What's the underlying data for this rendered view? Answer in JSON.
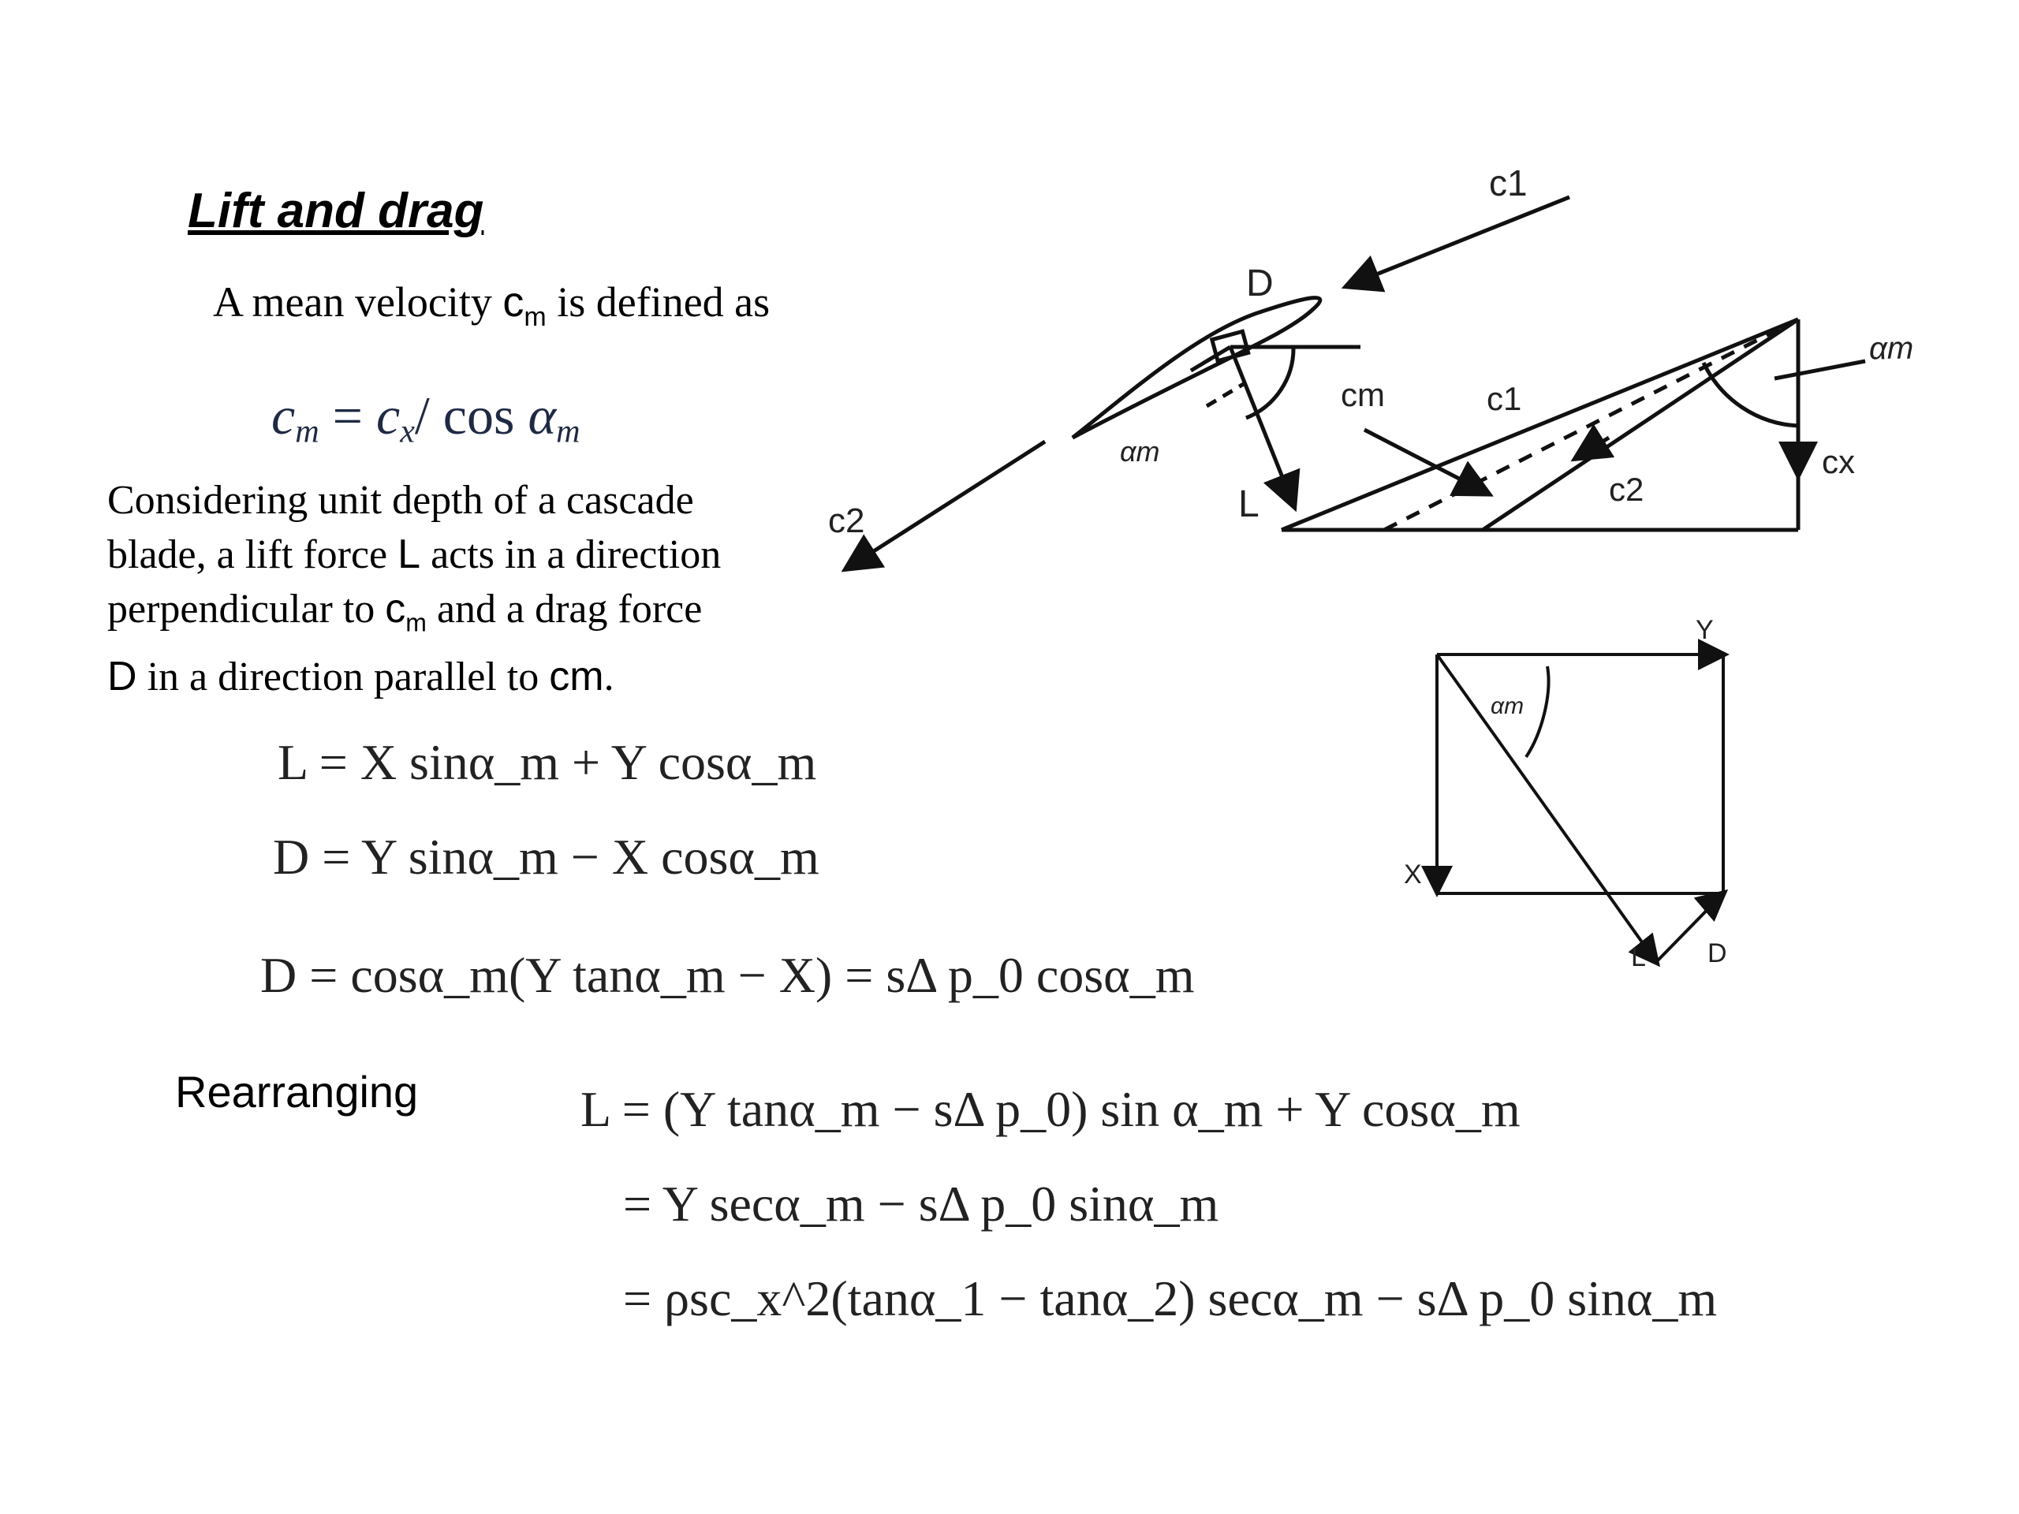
{
  "title": "Lift and drag",
  "intro": {
    "before": "A mean velocity ",
    "symbol": "c",
    "symbol_sub": "m",
    "after": " is defined as"
  },
  "eq_cm": {
    "lhs": "c",
    "lhs_sub": "m",
    "eq": " = ",
    "cx": "c",
    "cx_sub": "x",
    "rest": "/ cos ",
    "alpha": "α",
    "alpha_sub": "m"
  },
  "paragraph": {
    "line1": "Considering unit depth of a cascade",
    "line2_a": "blade, a lift force ",
    "line2_sym": "L",
    "line2_b": " acts in a direction",
    "line3_a": "perpendicular to ",
    "line3_sym": "c",
    "line3_sub": "m",
    "line3_b": " and a drag force",
    "line4_sym": "D",
    "line4_b": " in a direction parallel to ",
    "line4_sym2": "cm",
    "line4_end": "."
  },
  "equations": {
    "lift": "L = X sinα_m + Y cosα_m",
    "drag": "D = Y sinα_m − X cosα_m",
    "drag2": "D = cosα_m(Y tanα_m − X) = sΔ p_0 cosα_m",
    "rearranging_label": "Rearranging",
    "r1": "L = (Y tanα_m − sΔ p_0) sin α_m + Y cosα_m",
    "r2": "= Y secα_m − sΔ p_0 sinα_m",
    "r3": "= ρsc_x^2(tanα_1 − tanα_2) secα_m − sΔ p_0 sinα_m"
  },
  "diagram_labels": {
    "c1_top": "c1",
    "D": "D",
    "cm": "cm",
    "c1_mid": "c1",
    "alpha_m_right": "αm",
    "alpha_m_left": "αm",
    "cx": "cx",
    "c2_left": "c2",
    "L": "L",
    "c2_mid": "c2"
  },
  "box_labels": {
    "Y": "Y",
    "alpha_m": "αm",
    "X": "X",
    "L": "L",
    "D": "D"
  }
}
